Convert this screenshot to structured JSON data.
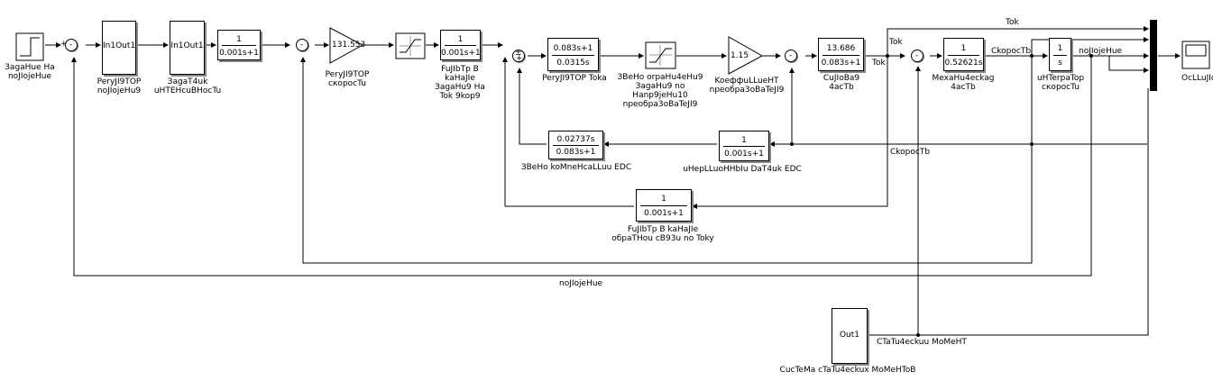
{
  "blocks": {
    "step": {
      "label": "ЗagaHue Ha\nnoJIojeHue"
    },
    "reg_pos": {
      "ports": "In1Out1",
      "label": "PeryJI9TOP\nnoJIojeHu9"
    },
    "zad_int": {
      "ports": "In1Out1",
      "label": "ЗagaT4uk\nuHTEHcuBHocTu"
    },
    "tf1": {
      "num": "1",
      "den": "0.001s+1"
    },
    "gain_speed": {
      "value": "131.553",
      "label": "PeryJI9TOP\ncкopocTu"
    },
    "sat1": {},
    "filt_ref_cur": {
      "num": "1",
      "den": "0.001s+1",
      "label": "FuJIbTp B\nkaHaJIe\nЗagaHu9 Ha\nTok 9kop9"
    },
    "reg_cur": {
      "num": "0.083s+1",
      "den": "0.0315s",
      "label": "PeryJI9TOP Toka"
    },
    "sat2": {
      "label": "ЗBeHo orpaHu4eHu9\nЗagaHu9 no\nHanp9jeHu10\nnpeoбpa3oBaTeJI9"
    },
    "gain_conv": {
      "value": "1.15",
      "label": "KoeффuLLueHT\nnpeoбpa3oBaTeJI9"
    },
    "arm": {
      "num": "13.686",
      "den": "0.083s+1",
      "label": "CuJIoBa9\n4acTb"
    },
    "mech": {
      "num": "1",
      "den": "0.52621s",
      "label": "MexaHu4eckag\n4acTb"
    },
    "integ": {
      "num": "1",
      "den": "s",
      "label": "uHTerpaTop\ncкopocTu"
    },
    "comp": {
      "num": "0.02737s",
      "den": "0.083s+1",
      "label": "ЗBeHo koMneHcaLLuu EDC"
    },
    "inertia": {
      "num": "1",
      "den": "0.001s+1",
      "label": "uHepLLuoHHbIu DaT4uk EDC"
    },
    "filt_fb": {
      "num": "1",
      "den": "0.001s+1",
      "label": "FuJIbTp B kaHaJIe\noбpaTHou cB93u no Toky"
    },
    "static_sys": {
      "ports": "Out1",
      "label": "CucTeMa cTaTu4eckux MoMeHToB"
    },
    "scope": {
      "label": "OcLLuJIorp"
    }
  },
  "signals": {
    "tok_top": "Tok",
    "tok_mid": "Tok",
    "tok_arm": "Tok",
    "speed_out": "CkopocTb",
    "speed_fb": "CkopocTb",
    "pos_out": "noJIojeHue",
    "pos_fb": "noJIojeHue",
    "static_moment": "CTaTu4eckuu MoMeHT"
  }
}
